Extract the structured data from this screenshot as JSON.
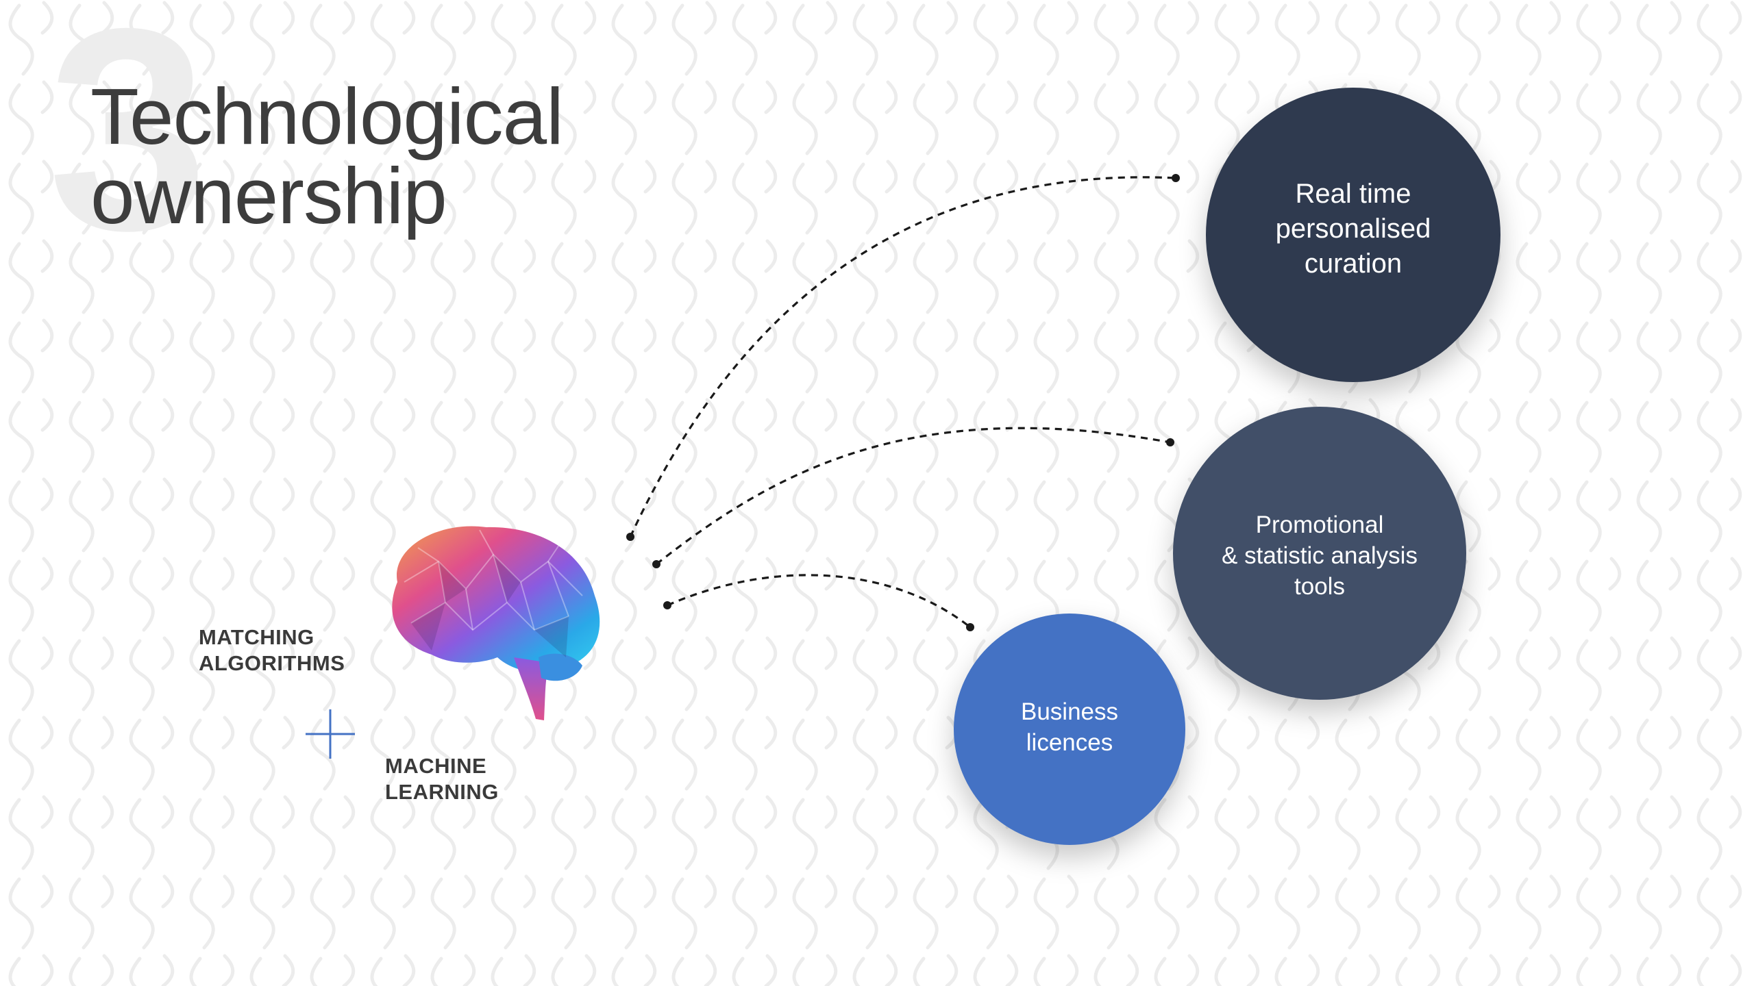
{
  "slide": {
    "number": "3",
    "title_lines": [
      "Technological",
      "ownership"
    ]
  },
  "core": {
    "labels": {
      "matching": [
        "MATCHING",
        "ALGORITHMS"
      ],
      "machine_learning": [
        "MACHINE",
        "LEARNING"
      ]
    },
    "icons": {
      "brain": "brain-icon",
      "plus": "plus-icon"
    }
  },
  "outcomes": [
    {
      "id": "realtime",
      "lines": [
        "Real time",
        "personalised",
        "curation"
      ],
      "color": "#2f3a4f"
    },
    {
      "id": "promo",
      "lines": [
        "Promotional",
        "& statistic analysis",
        "tools"
      ],
      "color": "#414f68"
    },
    {
      "id": "business",
      "lines": [
        "Business",
        "licences"
      ],
      "color": "#4472c4"
    }
  ],
  "colors": {
    "title": "#3d3d3d",
    "label": "#3a3a3a",
    "accent": "#4472c4",
    "connector": "#1a1a1a",
    "pattern": "#eeeeee"
  }
}
